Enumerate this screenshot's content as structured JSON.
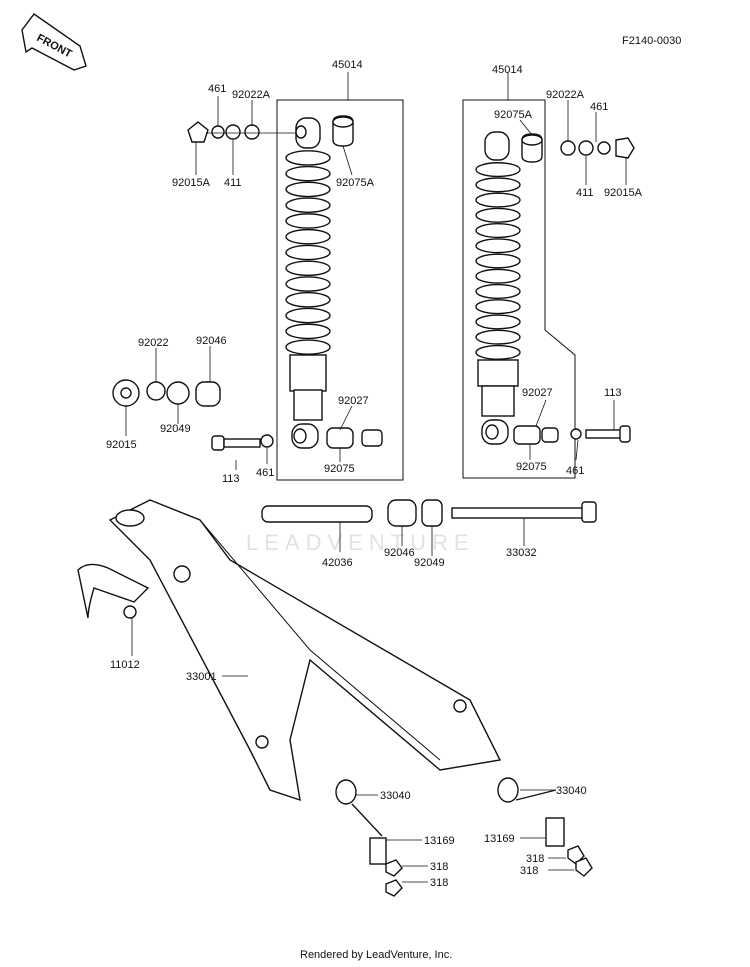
{
  "diagram": {
    "code": "F2140-0030",
    "front_label": "FRONT",
    "watermark": "LEADVENTURE",
    "footer": "Rendered by LeadVenture, Inc."
  },
  "labels": {
    "l45014_left": "45014",
    "l45014_right": "45014",
    "l461_tl": "461",
    "l92022A_tl": "92022A",
    "l92015A_tl": "92015A",
    "l411_tl": "411",
    "l92075A_l": "92075A",
    "l92075A_r": "92075A",
    "l92022A_tr": "92022A",
    "l461_tr": "461",
    "l411_tr": "411",
    "l92015A_tr": "92015A",
    "l92022_l": "92022",
    "l92046_l": "92046",
    "l92015_l": "92015",
    "l92049_l": "92049",
    "l92027_l": "92027",
    "l92027_r": "92027",
    "l113_l": "113",
    "l461_l": "461",
    "l92075_l": "92075",
    "l113_r": "113",
    "l92075_r": "92075",
    "l461_r": "461",
    "l42036": "42036",
    "l92046_c": "92046",
    "l92049_c": "92049",
    "l33032": "33032",
    "l11012": "11012",
    "l33001": "33001",
    "l33040_l": "33040",
    "l33040_r": "33040",
    "l13169_l": "13169",
    "l13169_r": "13169",
    "l318_l1": "318",
    "l318_l2": "318",
    "l318_r1": "318",
    "l318_r2": "318"
  }
}
